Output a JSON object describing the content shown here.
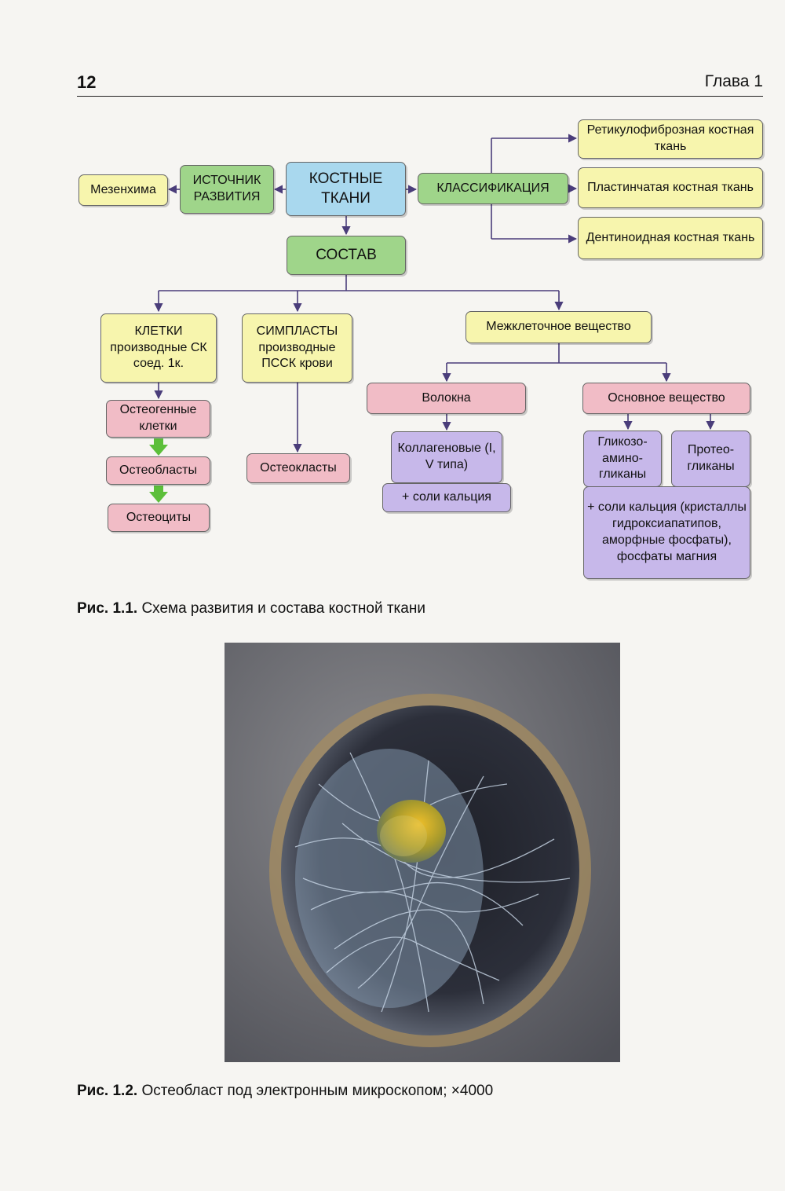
{
  "header": {
    "page_number": "12",
    "chapter": "Глава 1"
  },
  "diagram": {
    "root": "КОСТНЫЕ ТКАНИ",
    "source_label": "ИСТОЧНИК РАЗВИТИЯ",
    "source_value": "Мезенхима",
    "classification_label": "КЛАССИФИКАЦИЯ",
    "classification_items": [
      "Ретикулофиброзная костная ткань",
      "Пластинчатая костная ткань",
      "Дентиноидная костная ткань"
    ],
    "composition_label": "СОСТАВ",
    "cells": {
      "title": "КЛЕТКИ",
      "subtitle": "производные СК соед. 1к.",
      "chain": [
        "Остеогенные клетки",
        "Остеобласты",
        "Остеоциты"
      ]
    },
    "symplasts": {
      "title": "СИМПЛАСТЫ",
      "subtitle": "производные ПССК крови",
      "result": "Остеокласты"
    },
    "intercellular": {
      "title": "Межклеточное вещество",
      "fibers": "Волокна",
      "collagen": "Коллагеновые (I, V типа)",
      "fiber_salts": "+ соли кальция",
      "ground": "Основное вещество",
      "gag": "Гликозо-амино-гликаны",
      "proteoglycans": "Протео-гликаны",
      "ground_salts": "+ соли кальция (кристаллы гидроксиапатипов, аморфные фосфаты), фосфаты магния"
    }
  },
  "figure1": {
    "label": "Рис. 1.1.",
    "text": "Схема развития и состава костной ткани"
  },
  "figure2": {
    "label": "Рис. 1.2.",
    "text": "Остеобласт под электронным микроскопом; ×4000"
  },
  "colors": {
    "yellow": "#f7f5ad",
    "green": "#9fd58a",
    "blue": "#a9d8ee",
    "pink": "#f1bcc6",
    "purple": "#c7b8ea",
    "arrow": "#4a3d7a",
    "green_arrow": "#5cbf3a"
  }
}
